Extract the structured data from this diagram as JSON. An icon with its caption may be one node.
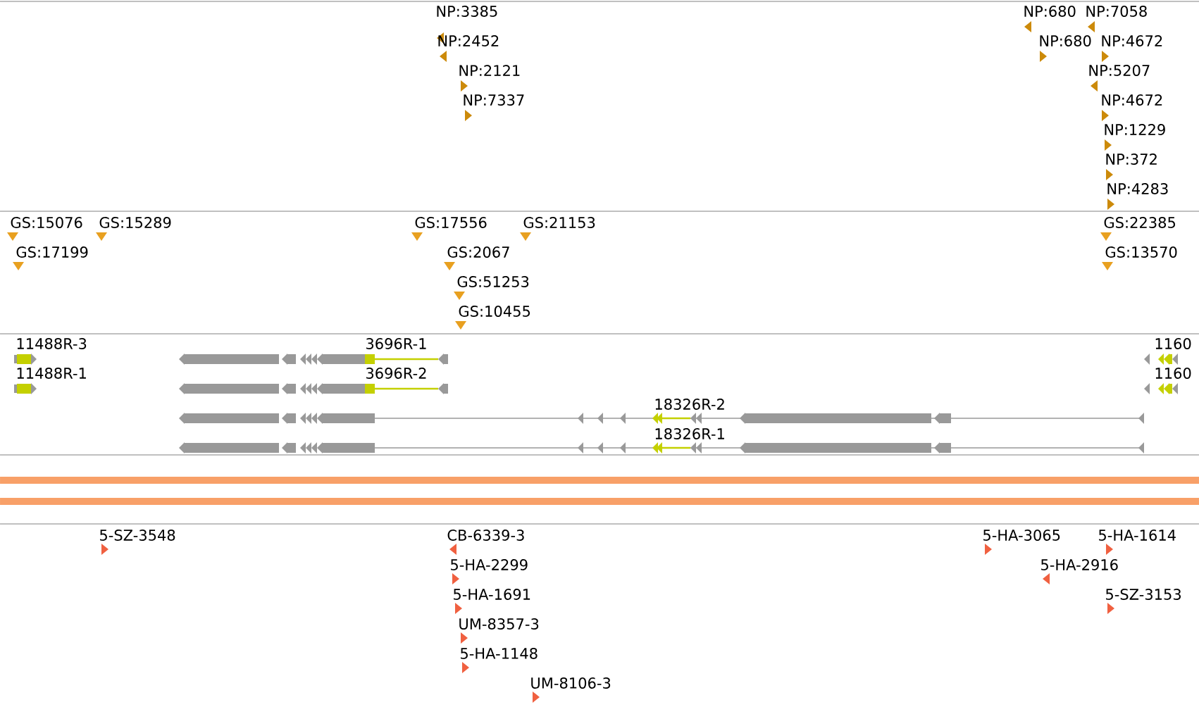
{
  "diagram": {
    "labels": [
      "NP:3385",
      "NP:2452",
      "NP:2121",
      "NP:7337",
      "NP:680",
      "NP:7058",
      "NP:680",
      "NP:4672",
      "NP:5207",
      "NP:4672",
      "NP:1229",
      "NP:372",
      "NP:4283",
      "GS:15076",
      "GS:15289",
      "GS:17556",
      "GS:21153",
      "GS:22385",
      "GS:17199",
      "GS:2067",
      "GS:13570",
      "GS:51253",
      "GS:10455",
      "11488R-3",
      "3696R-1",
      "1160",
      "11488R-1",
      "3696R-2",
      "1160",
      "18326R-2",
      "18326R-1",
      "5-SZ-3548",
      "CB-6339-3",
      "5-HA-3065",
      "5-HA-1614",
      "5-HA-2299",
      "5-HA-2916",
      "5-HA-1691",
      "5-SZ-3153",
      "UM-8357-3",
      "5-HA-1148",
      "UM-8106-3"
    ]
  }
}
